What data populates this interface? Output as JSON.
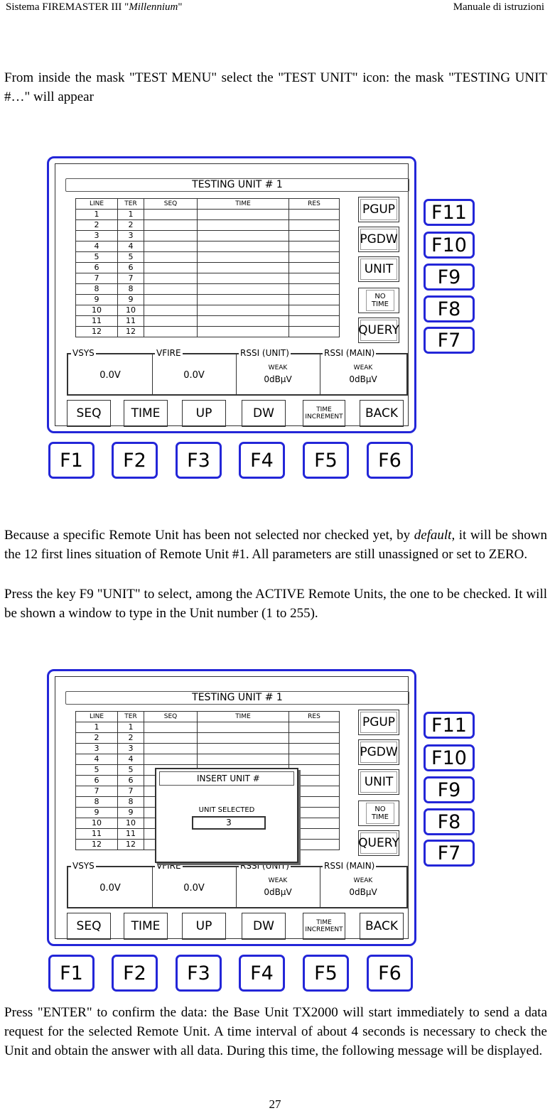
{
  "header": {
    "left_prefix": "Sistema FIREMASTER III \"",
    "left_italic": "Millennium",
    "left_suffix": "\"",
    "right": "Manuale di istruzioni"
  },
  "para1": "From inside the mask \"TEST MENU\" select the \"TEST UNIT\" icon: the mask \"TESTING UNIT #…\" will appear",
  "para2_a": "Because a specific Remote Unit has been not selected nor checked yet, by ",
  "para2_italic": "default,",
  "para2_b": " it will be shown the 12 first lines situation of Remote Unit #1. All parameters are still unassigned or set to ZERO.",
  "para3": "Press the key F9 \"UNIT\" to select, among the ACTIVE Remote Units, the one to be checked. It will be shown a window to type in the Unit number (1 to 255).",
  "para4": "Press \"ENTER\" to confirm the data: the Base Unit TX2000 will start immediately to send a data request for the selected Remote Unit. A time interval of about 4 seconds is necessary to check the Unit and obtain the answer with all data. During this time, the following message will be displayed.",
  "page_number": "27",
  "screen": {
    "title": "TESTING UNIT # 1",
    "columns": [
      "LINE",
      "TER",
      "SEQ",
      "TIME",
      "RES"
    ],
    "lines": [
      "1",
      "2",
      "3",
      "4",
      "5",
      "6",
      "7",
      "8",
      "9",
      "10",
      "11",
      "12"
    ],
    "ters": [
      "1",
      "2",
      "3",
      "4",
      "5",
      "6",
      "7",
      "8",
      "9",
      "10",
      "11",
      "12"
    ],
    "side_buttons": [
      "PGUP",
      "PGDW",
      "UNIT",
      "NO TIME",
      "QUERY"
    ],
    "meters": {
      "vsys_label": "VSYS",
      "vsys_value": "0.0V",
      "vfire_label": "VFIRE",
      "vfire_value": "0.0V",
      "rssi_unit_label": "RSSI (UNIT)",
      "rssi_unit_status": "WEAK",
      "rssi_unit_value": "0dBμV",
      "rssi_main_label": "RSSI (MAIN)",
      "rssi_main_status": "WEAK",
      "rssi_main_value": "0dBμV"
    },
    "bottom_buttons": [
      "SEQ",
      "TIME",
      "UP",
      "DW",
      "TIME INCREMENT",
      "BACK"
    ]
  },
  "fkeys_right": [
    "F11",
    "F10",
    "F9",
    "F8",
    "F7"
  ],
  "fkeys_bottom": [
    "F1",
    "F2",
    "F3",
    "F4",
    "F5",
    "F6"
  ],
  "popup": {
    "title": "INSERT UNIT #",
    "label": "UNIT SELECTED",
    "value": "3"
  }
}
